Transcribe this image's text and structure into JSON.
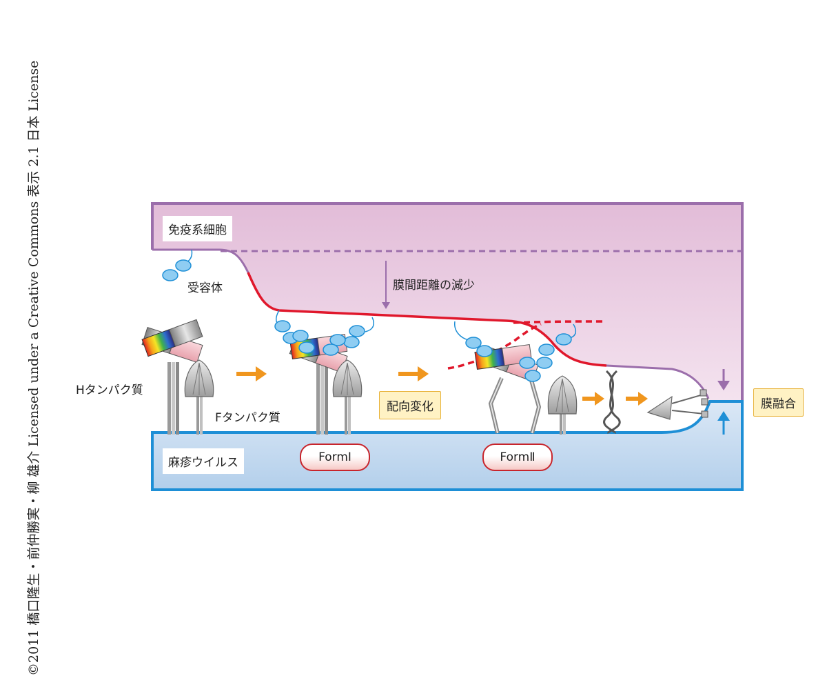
{
  "copyright": "©2011 橋口隆生・前仲勝実・柳 雄介 Licensed under a Creative Commons 表示 2.1 日本 License",
  "labels": {
    "immune_cell": "免疫系細胞",
    "receptor": "受容体",
    "distance_decrease": "膜間距離の減少",
    "h_protein": "Hタンパク質",
    "f_protein": "Fタンパク質",
    "orientation_change": "配向変化",
    "membrane_fusion": "膜融合",
    "measles_virus": "麻疹ウイルス",
    "form1": "FormⅠ",
    "form2": "FormⅡ"
  },
  "colors": {
    "immune_cell_border": "#9b6eab",
    "immune_cell_fill": "#e7c6df",
    "virus_border": "#1e8fd6",
    "virus_fill": "#c2d9ef",
    "contact_line": "#e0182c",
    "arrow_orange": "#f0961e",
    "receptor_blue": "#8fcdf2",
    "f_protein_gray": "#9a9a9a"
  }
}
